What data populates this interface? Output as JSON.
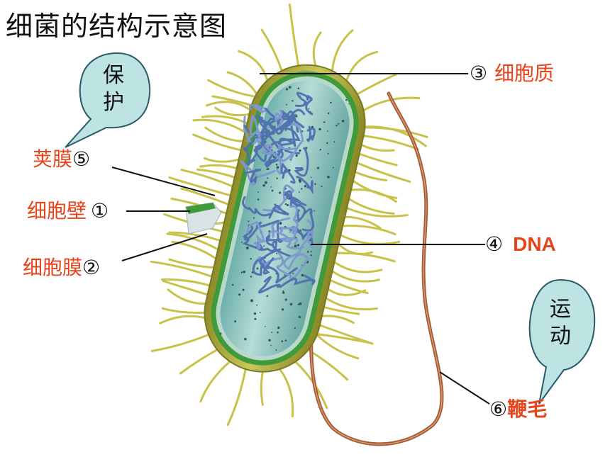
{
  "title": "细菌的结构示意图",
  "callouts": [
    {
      "id": "capsule",
      "number": "⑤",
      "name": "荚膜"
    },
    {
      "id": "cell_wall",
      "number": "①",
      "name": "细胞壁"
    },
    {
      "id": "cell_membrane",
      "number": "②",
      "name": "细胞膜"
    },
    {
      "id": "cytoplasm",
      "number": "③",
      "name": "细胞质"
    },
    {
      "id": "dna",
      "number": "④",
      "name": "DNA"
    },
    {
      "id": "flagellum",
      "number": "⑥",
      "name": "鞭毛"
    }
  ],
  "bubbles": {
    "protect": {
      "line1": "保",
      "line2": "护"
    },
    "motion": {
      "line1": "运",
      "line2": "动"
    }
  },
  "colors": {
    "label_red": "#e8441c",
    "bubble_fill": "#bde3e3",
    "cytoplasm": "#8fc6c0",
    "dna": "#4f6fb0",
    "pili": "#c8c24a",
    "flagellum": "#b0683e",
    "capsule": "#a6a43a"
  }
}
